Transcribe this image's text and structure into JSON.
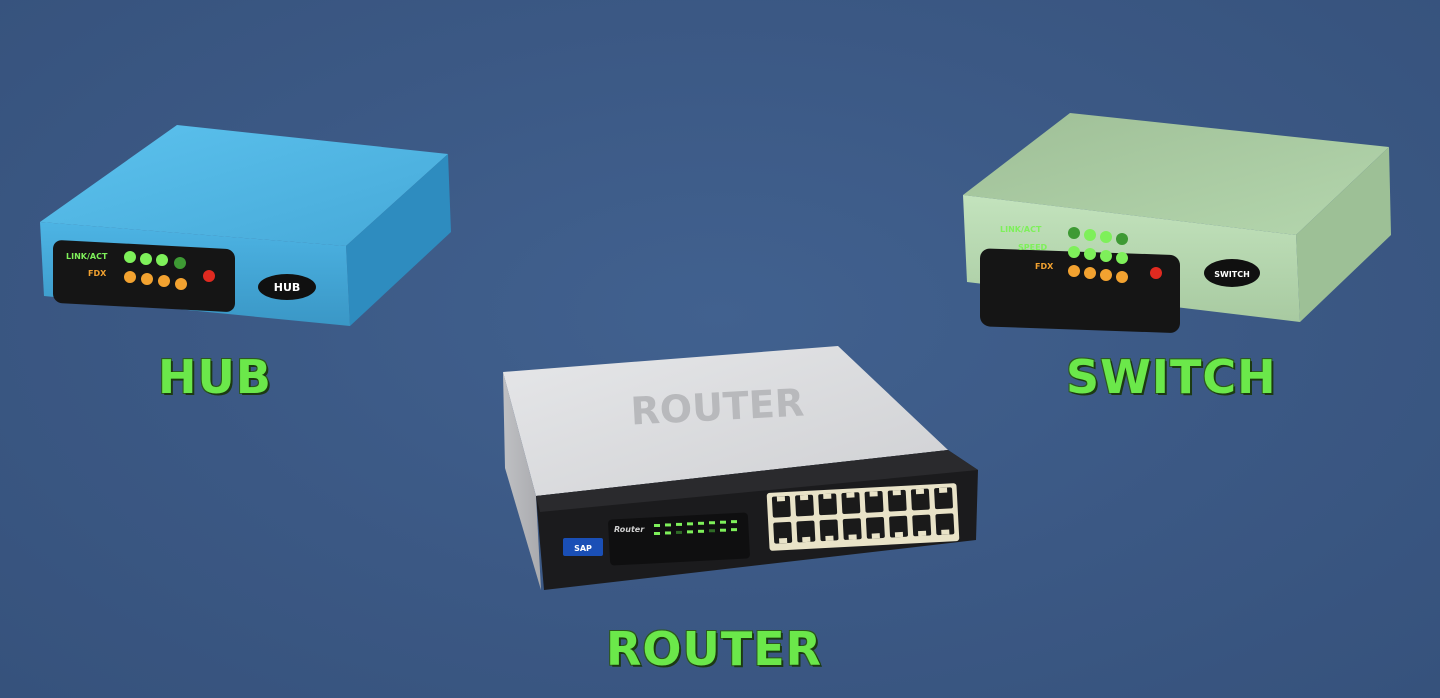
{
  "captions": {
    "hub": "HUB",
    "switch": "SWITCH",
    "router": "ROUTER"
  },
  "hub_device": {
    "led_labels": [
      "LINK/ACT",
      "FDX"
    ],
    "badge": "HUB",
    "color": "#4fb8e6"
  },
  "switch_device": {
    "led_labels": [
      "LINK/ACT",
      "SPEED",
      "FDX"
    ],
    "badge": "SWITCH",
    "color": "#b9dcb3"
  },
  "router_device": {
    "top_label": "ROUTER",
    "panel_label": "Router",
    "brand_badge": "SAP",
    "port_count": 16,
    "color": "#d9dadc"
  },
  "colors": {
    "background": "#3c5985",
    "caption_green": "#6be84a",
    "led_green": "#7ef05a",
    "led_orange": "#f2a230",
    "led_red": "#e02a20"
  }
}
